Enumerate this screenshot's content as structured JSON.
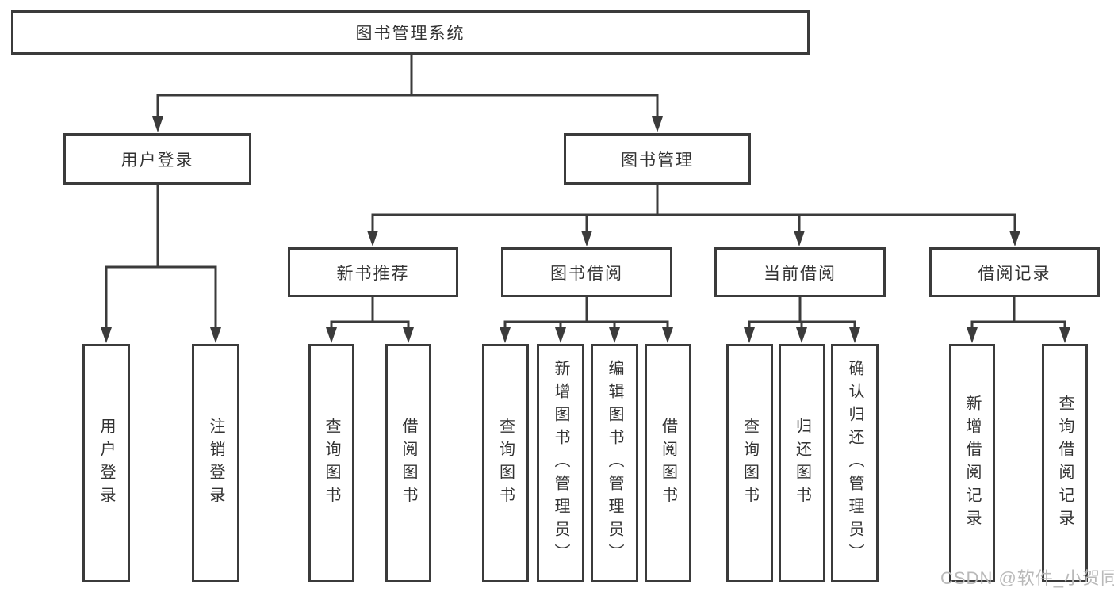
{
  "tree": {
    "label": "图书管理系统",
    "children": [
      {
        "label": "用户登录",
        "children": [
          {
            "label": "用户登录"
          },
          {
            "label": "注销登录"
          }
        ]
      },
      {
        "label": "图书管理",
        "children": [
          {
            "label": "新书推荐",
            "children": [
              {
                "label": "查询图书"
              },
              {
                "label": "借阅图书"
              }
            ]
          },
          {
            "label": "图书借阅",
            "children": [
              {
                "label": "查询图书"
              },
              {
                "label": "新增图书（管理员）"
              },
              {
                "label": "编辑图书（管理员）"
              },
              {
                "label": "借阅图书"
              }
            ]
          },
          {
            "label": "当前借阅",
            "children": [
              {
                "label": "查询图书"
              },
              {
                "label": "归还图书"
              },
              {
                "label": "确认归还（管理员）"
              }
            ]
          },
          {
            "label": "借阅记录",
            "children": [
              {
                "label": "新增借阅记录"
              },
              {
                "label": "查询借阅记录"
              }
            ]
          }
        ]
      }
    ]
  },
  "watermark": {
    "text": "CSDN @软件_小贺同学"
  },
  "colors": {
    "line": "#3b3b3b",
    "box_border": "#3b3b3b",
    "box_fill": "#ffffff",
    "text": "#333333",
    "watermark": "#b9b9b9",
    "background": "#ffffff"
  }
}
